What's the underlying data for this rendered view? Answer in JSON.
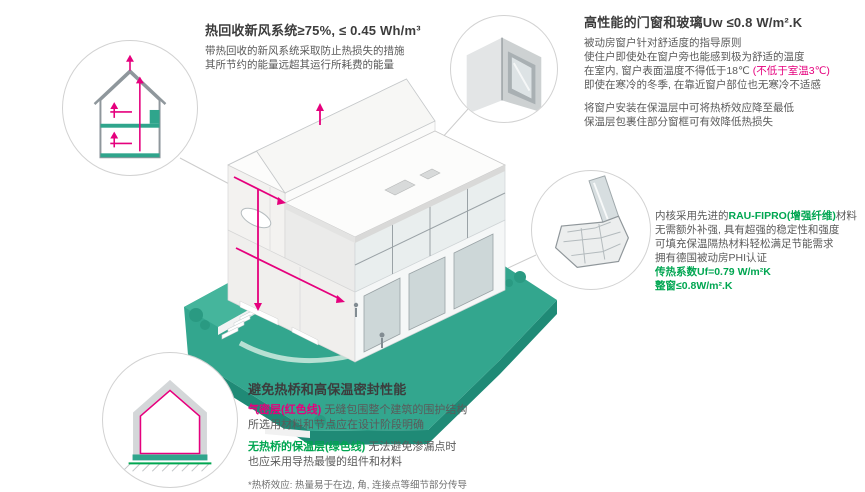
{
  "colors": {
    "teal": "#33a68e",
    "teal_dark": "#1f8a76",
    "magenta": "#e5007d",
    "green": "#00a651",
    "title_text": "#3c3c3c",
    "body_text": "#5a5a5a"
  },
  "notes": {
    "ventilation": {
      "title": "热回收新风系统≥75%, ≤ 0.45 Wh/m³",
      "body": [
        "带热回收的新风系统采取防止热损失的措施",
        "其所节约的能量远超其运行所耗费的能量"
      ]
    },
    "windows": {
      "title": "高性能的门窗和玻璃Uw ≤0.8 W/m².K",
      "p1": [
        "被动房窗户针对舒适度的指导原则",
        "使住户即使处在窗户旁也能感到极为舒适的温度"
      ],
      "temp_pre": "在室内, 窗户表面温度不得低于18℃ ",
      "temp_red": "(不低于室温3℃)",
      "p1_last": "即使在寒冷的冬季, 在靠近窗户部位也无寒冷不适感",
      "p2": [
        "将窗户安装在保温层中可将热桥效应降至最低",
        "保温层包裹住部分窗框可有效降低热损失"
      ]
    },
    "frame": {
      "l1_pre": "内核采用先进的",
      "l1_green": "RAU-FIPRO(增强纤维)",
      "l1_post": "材料",
      "l2": "无需额外补强, 具有超强的稳定性和强度",
      "l3": "可填充保温隔热材料轻松满足节能需求",
      "l4": "拥有德国被动房PHI认证",
      "uf_value": "传热系数Uf=0.79 W/m²K",
      "uw_value": "整窗≤0.8W/m².K"
    },
    "thermal": {
      "title": "避免热桥和高保温密封性能",
      "airtight_label": "气密层(红色线)",
      "airtight_rest": " 无缝包围整个建筑的围护结构",
      "airtight_line2": "所选用材料和节点应在设计阶段明确",
      "insulation_label": "无热桥的保温层(绿色线)",
      "insulation_rest": " 无法避免渗漏点时",
      "insulation_line2": "也应采用导热最慢的组件和材料",
      "footnote": "*热桥效应: 热量易于在边, 角, 连接点等细节部分传导"
    }
  }
}
